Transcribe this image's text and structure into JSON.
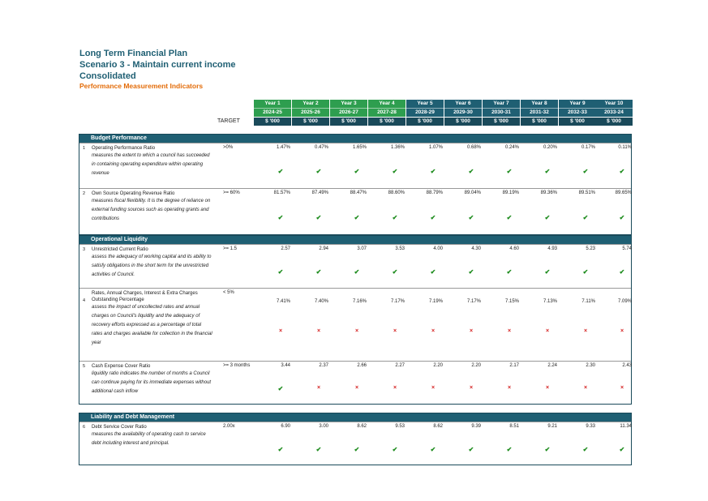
{
  "header": {
    "title": "Long Term Financial Plan",
    "scenario": "Scenario 3 - Maintain current income",
    "scope": "Consolidated",
    "subtitle": "Performance Measurement Indicators"
  },
  "target_label": "TARGET",
  "years": [
    {
      "label": "Year 1",
      "period": "2024-25",
      "unit": "$ '000",
      "color": "#2e9e4f"
    },
    {
      "label": "Year 2",
      "period": "2025-26",
      "unit": "$ '000",
      "color": "#2e9e4f"
    },
    {
      "label": "Year 3",
      "period": "2026-27",
      "unit": "$ '000",
      "color": "#2e9e4f"
    },
    {
      "label": "Year 4",
      "period": "2027-28",
      "unit": "$ '000",
      "color": "#2e9e4f"
    },
    {
      "label": "Year 5",
      "period": "2028-29",
      "unit": "$ '000",
      "color": "#1f5f73"
    },
    {
      "label": "Year 6",
      "period": "2029-30",
      "unit": "$ '000",
      "color": "#1f5f73"
    },
    {
      "label": "Year 7",
      "period": "2030-31",
      "unit": "$ '000",
      "color": "#1f5f73"
    },
    {
      "label": "Year 8",
      "period": "2031-32",
      "unit": "$ '000",
      "color": "#1f5f73"
    },
    {
      "label": "Year 9",
      "period": "2032-33",
      "unit": "$ '000",
      "color": "#1f5f73"
    },
    {
      "label": "Year 10",
      "period": "2033-24",
      "unit": "$ '000",
      "color": "#1f5f73"
    }
  ],
  "sections": [
    {
      "title": "Budget Performance",
      "rows": [
        {
          "num": "1",
          "name": "Operating Performance Ratio",
          "desc": "measures the extent to which a council has succeeded in containing operating expenditure within operating revenue",
          "target": ">0%",
          "values": [
            "1.47%",
            "0.47%",
            "1.65%",
            "1.36%",
            "1.07%",
            "0.68%",
            "0.24%",
            "0.20%",
            "0.17%",
            "0.11%"
          ],
          "marks": [
            "ok",
            "ok",
            "ok",
            "ok",
            "ok",
            "ok",
            "ok",
            "ok",
            "ok",
            "ok"
          ]
        },
        {
          "num": "2",
          "name": "Own Source Operating Revenue Ratio",
          "desc": "measures fiscal flexibility. It is the degree of reliance on external funding sources such as operating grants and contributions",
          "target": ">= 60%",
          "values": [
            "81.57%",
            "87.49%",
            "88.47%",
            "88.60%",
            "88.79%",
            "89.04%",
            "89.19%",
            "89.36%",
            "89.51%",
            "89.65%"
          ],
          "marks": [
            "ok",
            "ok",
            "ok",
            "ok",
            "ok",
            "ok",
            "ok",
            "ok",
            "ok",
            "ok"
          ]
        }
      ]
    },
    {
      "title": "Operational Liquidity",
      "rows": [
        {
          "num": "3",
          "name": "Unrestricted Current Ratio",
          "desc": "assess the adequacy of working capital and its ability to satisfy obligations in the short term for the unrestricted activities of Council.",
          "target": ">= 1.5",
          "values": [
            "2.57",
            "2.94",
            "3.07",
            "3.53",
            "4.00",
            "4.30",
            "4.60",
            "4.93",
            "5.23",
            "5.74"
          ],
          "marks": [
            "ok",
            "ok",
            "ok",
            "ok",
            "ok",
            "ok",
            "ok",
            "ok",
            "ok",
            "ok"
          ]
        },
        {
          "num": "4",
          "name": "Rates, Annual Charges, Interest & Extra Charges Outstanding Percentage",
          "desc": "assess the impact of uncollected rates and annual charges on Council's liquidity and the adequacy of recovery efforts expressed as a percentage of total rates and charges available for collection in the financial year",
          "target": "< 5%",
          "values": [
            "7.41%",
            "7.40%",
            "7.16%",
            "7.17%",
            "7.19%",
            "7.17%",
            "7.15%",
            "7.13%",
            "7.11%",
            "7.09%"
          ],
          "marks": [
            "bad",
            "bad",
            "bad",
            "bad",
            "bad",
            "bad",
            "bad",
            "bad",
            "bad",
            "bad"
          ]
        },
        {
          "num": "5",
          "name": "Cash Expense Cover Ratio",
          "desc": "liquidity ratio indicates the number of months a Council can continue paying for its immediate expenses without additional cash inflow",
          "target": ">= 3 months",
          "values": [
            "3.44",
            "2.37",
            "2.66",
            "2.27",
            "2.20",
            "2.20",
            "2.17",
            "2.24",
            "2.30",
            "2.43"
          ],
          "marks": [
            "ok",
            "bad",
            "bad",
            "bad",
            "bad",
            "bad",
            "bad",
            "bad",
            "bad",
            "bad"
          ]
        }
      ]
    },
    {
      "title": "Liability and Debt Management",
      "rows": [
        {
          "num": "6",
          "name": "Debt Service Cover Ratio",
          "desc": "measures the availability of operating cash to service debt including interest and principal.",
          "target": "2.00x",
          "values": [
            "6.90",
            "3.00",
            "8.62",
            "9.53",
            "8.62",
            "9.39",
            "8.51",
            "9.21",
            "9.33",
            "11.34"
          ],
          "marks": [
            "ok",
            "ok",
            "ok",
            "ok",
            "ok",
            "ok",
            "ok",
            "ok",
            "ok",
            "ok"
          ]
        }
      ]
    }
  ],
  "icons": {
    "ok": "check-icon",
    "bad": "cross-icon"
  }
}
